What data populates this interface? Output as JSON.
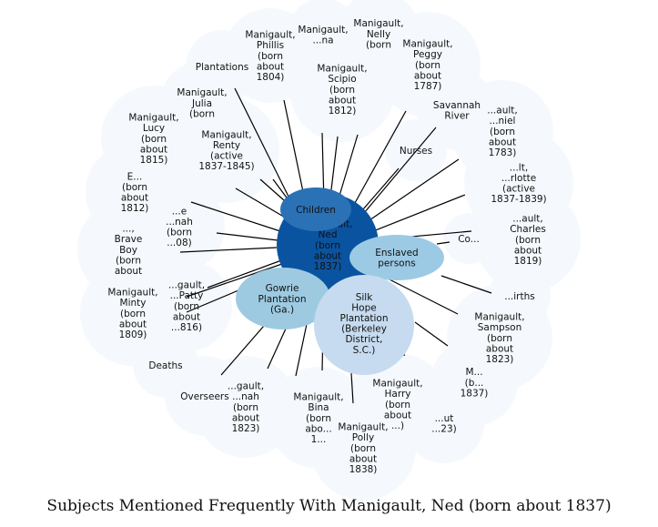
{
  "caption": "Subjects Mentioned Frequently With Manigault, Ned (born about 1837)",
  "colors": {
    "background_node": "#f5f9fd",
    "center": "#0a53a0",
    "children": "#2a71b5",
    "enslaved": "#9ccae4",
    "gowrie": "#9ecae1",
    "silk_hope": "#c6dbef",
    "edge": "#000000"
  },
  "center": {
    "lines": [
      "Manigault,",
      "Ned",
      "(born",
      "about",
      "1837)"
    ]
  },
  "major": {
    "children": {
      "lines": [
        "Children"
      ]
    },
    "enslaved": {
      "lines": [
        "Enslaved",
        "persons"
      ]
    },
    "gowrie": {
      "lines": [
        "Gowrie",
        "Plantation",
        "(Ga.)"
      ]
    },
    "silk_hope": {
      "lines": [
        "Silk",
        "Hope",
        "Plantation",
        "(Berkeley",
        "District,",
        "S.C.)"
      ]
    }
  },
  "nodes": [
    {
      "id": "phillis",
      "lines": [
        "Manigault,",
        "Phillis",
        "(born",
        "about",
        "1804)"
      ]
    },
    {
      "id": "m2",
      "lines": [
        "Manigault,",
        "...na"
      ]
    },
    {
      "id": "nelly",
      "lines": [
        "Manigault,",
        "Nelly",
        "(born"
      ]
    },
    {
      "id": "peggy",
      "lines": [
        "Manigault,",
        "Peggy",
        "(born",
        "about",
        "1787)"
      ]
    },
    {
      "id": "plantations",
      "lines": [
        "Plantations"
      ]
    },
    {
      "id": "scipio",
      "lines": [
        "Manigault,",
        "Scipio",
        "(born",
        "about",
        "1812)"
      ]
    },
    {
      "id": "julia",
      "lines": [
        "Manigault,",
        "Julia",
        "(born"
      ]
    },
    {
      "id": "savannah",
      "lines": [
        "Savannah",
        "River"
      ]
    },
    {
      "id": "daniel",
      "lines": [
        "...ault,",
        "...niel",
        "(born",
        "about",
        "1783)"
      ]
    },
    {
      "id": "lucy",
      "lines": [
        "Manigault,",
        "Lucy",
        "(born",
        "about",
        "1815)"
      ]
    },
    {
      "id": "renty",
      "lines": [
        "Manigault,",
        "Renty",
        "(active",
        "1837-1845)"
      ]
    },
    {
      "id": "nurses",
      "lines": [
        "Nurses"
      ]
    },
    {
      "id": "charlotte",
      "lines": [
        "...lt,",
        "...rlotte",
        "(active",
        "1837-1839)"
      ]
    },
    {
      "id": "m1812",
      "lines": [
        "E...",
        "(born",
        "about",
        "1812)"
      ]
    },
    {
      "id": "hannah",
      "lines": [
        "...e",
        "...nah",
        "(born",
        "...08)"
      ]
    },
    {
      "id": "charles",
      "lines": [
        "...ault,",
        "Charles",
        "(born",
        "about",
        "1819)"
      ]
    },
    {
      "id": "braveboy",
      "lines": [
        "...,",
        "Brave",
        "Boy",
        "(born",
        "about"
      ]
    },
    {
      "id": "co",
      "lines": [
        "Co..."
      ]
    },
    {
      "id": "patty",
      "lines": [
        "...gault,",
        "...Patty",
        "(born",
        "about",
        "...816)"
      ]
    },
    {
      "id": "births",
      "lines": [
        "...irths"
      ]
    },
    {
      "id": "minty",
      "lines": [
        "Manigault,",
        "Minty",
        "(born",
        "about",
        "1809)"
      ]
    },
    {
      "id": "sampson",
      "lines": [
        "Manigault,",
        "Sampson",
        "(born",
        "about",
        "1823)"
      ]
    },
    {
      "id": "deaths",
      "lines": [
        "Deaths"
      ]
    },
    {
      "id": "m1837",
      "lines": [
        "M...",
        "(b...",
        "1837)"
      ]
    },
    {
      "id": "overseers",
      "lines": [
        "Overseers"
      ]
    },
    {
      "id": "binah",
      "lines": [
        "...gault,",
        "...nah",
        "(born",
        "about",
        "1823)"
      ]
    },
    {
      "id": "bina",
      "lines": [
        "Manigault,",
        "Bina",
        "(born",
        "abo...",
        "1..."
      ]
    },
    {
      "id": "harry",
      "lines": [
        "Manigault,",
        "Harry",
        "(born",
        "about",
        "...)"
      ]
    },
    {
      "id": "m1823b",
      "lines": [
        "...ut",
        "...23)"
      ]
    },
    {
      "id": "polly",
      "lines": [
        "Manigault,",
        "Polly",
        "(born",
        "about",
        "1838)"
      ]
    }
  ]
}
